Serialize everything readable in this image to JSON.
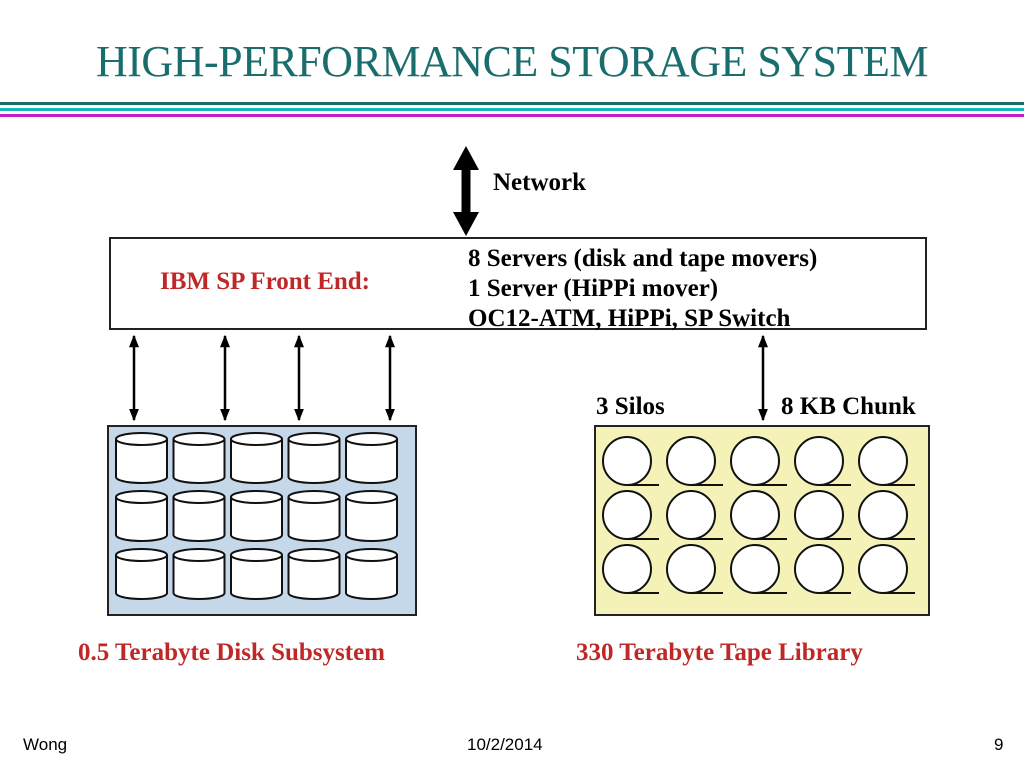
{
  "slide": {
    "title": "HIGH-PERFORMANCE STORAGE SYSTEM",
    "footer": {
      "author": "Wong",
      "date": "10/2/2014",
      "page": "9"
    }
  },
  "diagram": {
    "network_label": "Network",
    "front_end": {
      "label": "IBM SP Front End:",
      "details": [
        "8 Servers (disk and tape movers)",
        "1 Server (HiPPi mover)",
        "OC12-ATM, HiPPi, SP Switch"
      ]
    },
    "disk_subsystem": {
      "caption": "0.5 Terabyte Disk Subsystem",
      "grid": {
        "rows": 3,
        "cols": 5
      }
    },
    "tape_library": {
      "caption": "330 Terabyte Tape Library",
      "silos_label": "3 Silos",
      "chunk_label": "8 KB Chunk",
      "grid": {
        "rows": 3,
        "cols": 5
      }
    },
    "colors": {
      "title": "#1a6d6d",
      "accent_red": "#c02828",
      "disk_fill": "#c5d8ea",
      "tape_fill": "#f5f2b8",
      "rule_teal_dark": "#1a6d6d",
      "rule_teal_light": "#18b8b8",
      "rule_magenta": "#c41ec4"
    }
  }
}
